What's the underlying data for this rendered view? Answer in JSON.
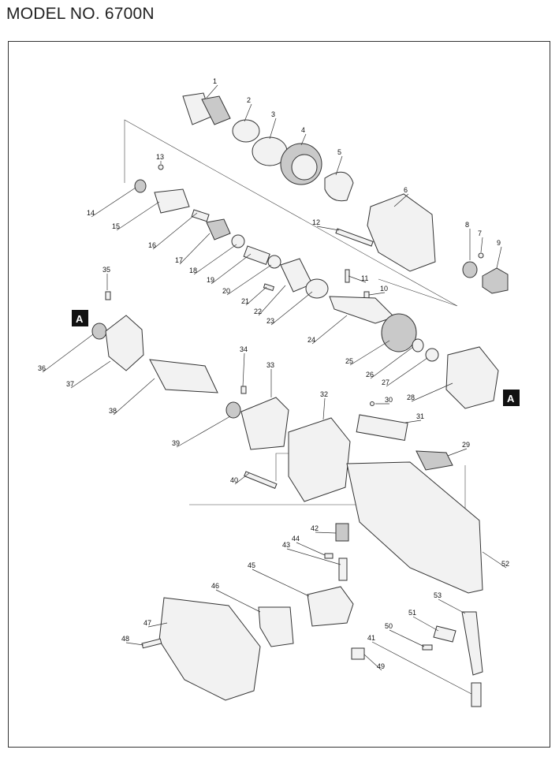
{
  "header": {
    "model_title": "MODEL NO. 6700N"
  },
  "marker_letter": "A",
  "part_numbers": [
    "1",
    "2",
    "3",
    "4",
    "5",
    "6",
    "7",
    "8",
    "9",
    "10",
    "11",
    "12",
    "13",
    "14",
    "15",
    "16",
    "17",
    "18",
    "19",
    "20",
    "21",
    "22",
    "23",
    "24",
    "25",
    "26",
    "27",
    "28",
    "29",
    "30",
    "31",
    "32",
    "33",
    "34",
    "35",
    "36",
    "37",
    "38",
    "39",
    "40",
    "41",
    "42",
    "43",
    "44",
    "45",
    "46",
    "47",
    "48",
    "49",
    "50",
    "51",
    "52",
    "53"
  ]
}
